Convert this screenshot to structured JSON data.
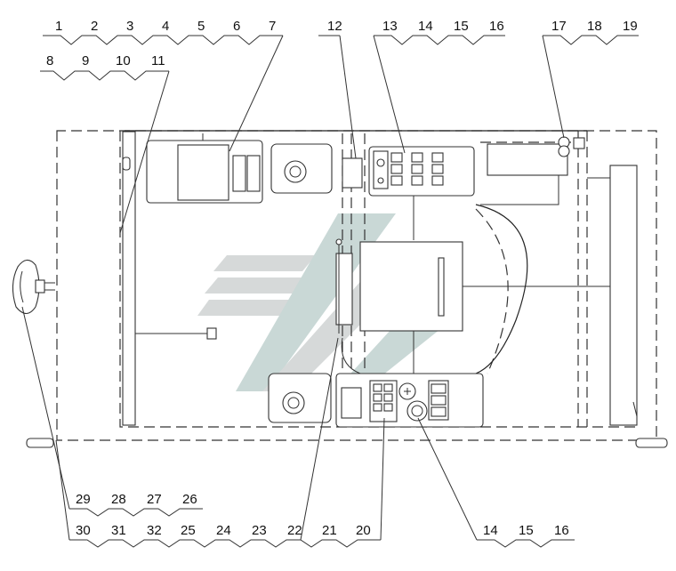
{
  "callouts_top_row1": [
    "1",
    "2",
    "3",
    "4",
    "5",
    "6",
    "7",
    "12",
    "13",
    "14",
    "15",
    "16",
    "17",
    "18",
    "19"
  ],
  "callouts_top_row2": [
    "8",
    "9",
    "10",
    "11"
  ],
  "callouts_bottom_row1": [
    "29",
    "28",
    "27",
    "26"
  ],
  "callouts_bottom_row2": [
    "30",
    "31",
    "32",
    "25",
    "24",
    "23",
    "22",
    "21",
    "20",
    "14",
    "15",
    "16"
  ]
}
